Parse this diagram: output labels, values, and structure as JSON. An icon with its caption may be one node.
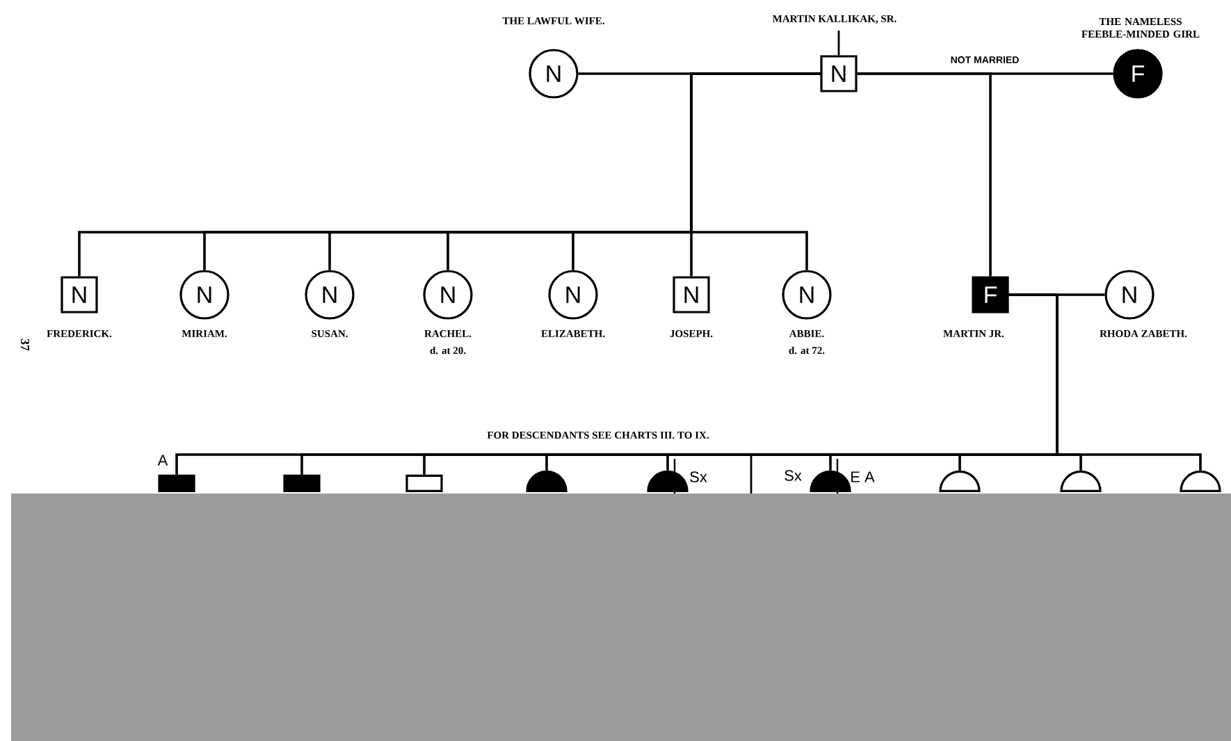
{
  "diagram": {
    "nodes": [
      {
        "text": [
          "N"
        ],
        "beside": [
          "THE LAWFUL WIFE."
        ]
      },
      {
        "text": [
          "N"
        ],
        "beside": [
          "MARTIN KALLIKAK, SR."
        ]
      },
      {
        "text": [
          "F"
        ],
        "beside": [
          "THE NAMELESS FEEBLE-MINDED GIRL"
        ]
      },
      {
        "text": [
          "N"
        ],
        "beside": [
          "FREDERICK."
        ]
      },
      {
        "text": [
          "N"
        ],
        "beside": [
          "MIRIAM."
        ]
      },
      {
        "text": [
          "N"
        ],
        "beside": [
          "SUSAN."
        ]
      },
      {
        "text": [
          "N"
        ],
        "beside": [
          "RACHEL.",
          "d. at 20."
        ]
      },
      {
        "text": [
          "N"
        ],
        "beside": [
          "ELIZABETH."
        ]
      },
      {
        "text": [
          "N"
        ],
        "beside": [
          "JOSEPH."
        ]
      },
      {
        "text": [
          "N"
        ],
        "beside": [
          "ABBIE.",
          "d. at 72."
        ]
      },
      {
        "text": [
          "F"
        ],
        "beside": [
          "MARTIN JR."
        ]
      },
      {
        "text": [
          "N"
        ],
        "beside": [
          "RHODA ZABETH."
        ]
      },
      {
        "text": [],
        "shape": "box"
      },
      {
        "text": [],
        "shape": "box"
      },
      {
        "text": [],
        "shape": "box"
      },
      {
        "text": [],
        "shape": "circle"
      },
      {
        "text": [],
        "shape": "circle"
      },
      {
        "text": [],
        "shape": "circle"
      },
      {
        "text": [],
        "shape": "circle"
      },
      {
        "text": [],
        "shape": "circle"
      },
      {
        "text": [],
        "shape": "circle"
      }
    ],
    "edges": [
      {
        "from": 0,
        "to": 1,
        "arrow": "none"
      },
      {
        "from": 1,
        "to": 2,
        "arrow": "none",
        "label": "NOT MARRIED"
      },
      {
        "from": 1,
        "to": 3,
        "arrow": "none"
      },
      {
        "from": 1,
        "to": 4,
        "arrow": "none"
      },
      {
        "from": 1,
        "to": 5,
        "arrow": "none"
      },
      {
        "from": 1,
        "to": 6,
        "arrow": "none"
      },
      {
        "from": 1,
        "to": 7,
        "arrow": "none"
      },
      {
        "from": 1,
        "to": 8,
        "arrow": "none"
      },
      {
        "from": 1,
        "to": 9,
        "arrow": "none"
      },
      {
        "from": 1,
        "to": 10,
        "arrow": "none"
      },
      {
        "from": 10,
        "to": 11,
        "arrow": "none"
      },
      {
        "from": 10,
        "to": 12,
        "arrow": "none"
      },
      {
        "from": 10,
        "to": 13,
        "arrow": "none"
      },
      {
        "from": 10,
        "to": 14,
        "arrow": "none"
      },
      {
        "from": 10,
        "to": 15,
        "arrow": "none"
      },
      {
        "from": 10,
        "to": 16,
        "arrow": "none"
      },
      {
        "from": 10,
        "to": 17,
        "arrow": "none"
      },
      {
        "from": 10,
        "to": 18,
        "arrow": "none"
      },
      {
        "from": 10,
        "to": 19,
        "arrow": "none"
      },
      {
        "from": 10,
        "to": 20,
        "arrow": "none"
      }
    ],
    "labels": [
      "37",
      "FOR DESCENDANTS SEE CHARTS III. TO IX.",
      "A",
      "Sx",
      "Sx",
      "E A"
    ]
  }
}
